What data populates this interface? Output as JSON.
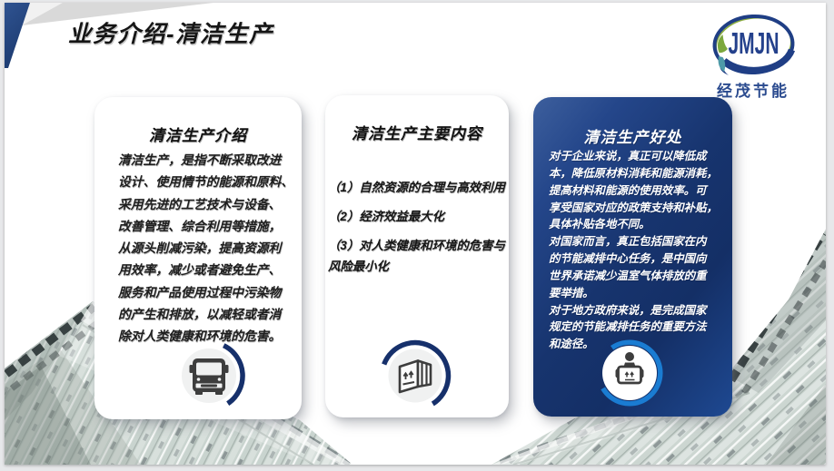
{
  "slide": {
    "title": "业务介绍-清洁生产",
    "logo": {
      "monogram": "JMJN",
      "company": "经茂节能",
      "navy": "#1f3e85",
      "green": "#8cad3f",
      "teal": "#4e9aa8"
    },
    "cards": [
      {
        "title": "清洁生产介绍",
        "body_lines": [
          "清洁生产，是指不断采取改进",
          "设计、使用情节的能源和原料、",
          "采用先进的工艺技术与设备、",
          "改善管理、综合利用等措施，",
          "从源头削减污染，提高资源利",
          "用效率，减少或者避免生产、",
          "服务和产品使用过程中污染物",
          "的产生和排放，以减轻或者消",
          "除对人类健康和环境的危害。"
        ],
        "icon": "bus-icon"
      },
      {
        "title": "清洁生产主要内容",
        "items": [
          "（1）自然资源的合理与高效利用",
          "（2）经济效益最大化",
          "（3）对人类健康和环境的危害与\n风险最小化"
        ],
        "icon": "package-box-icon"
      },
      {
        "title": "清洁生产好处",
        "body_lines": [
          "对于企业来说，真正可以降低成",
          "本，降低原材料消耗和能源消耗，",
          "提高材料和能源的使用效率。可",
          "享受国家对应的政策支持和补贴，",
          "具体补贴各地不同。",
          "对国家而言，真正包括国家在内",
          "的节能减排中心任务，是中国向",
          "世界承诺减少温室气体排放的重",
          "要举措。",
          "对于地方政府来说，是完成国家",
          "规定的节能减排任务的重要方法",
          "和途径。"
        ],
        "icon": "worker-icon"
      }
    ],
    "colors": {
      "accent_navy": "#16306b",
      "card3_gradient_start": "#3e62a0",
      "card3_gradient_end": "#22509a",
      "ring_blue": "#1a7cd2",
      "building_tint": "#c9d4cf",
      "margin_gray": "#e7e8ea"
    }
  }
}
